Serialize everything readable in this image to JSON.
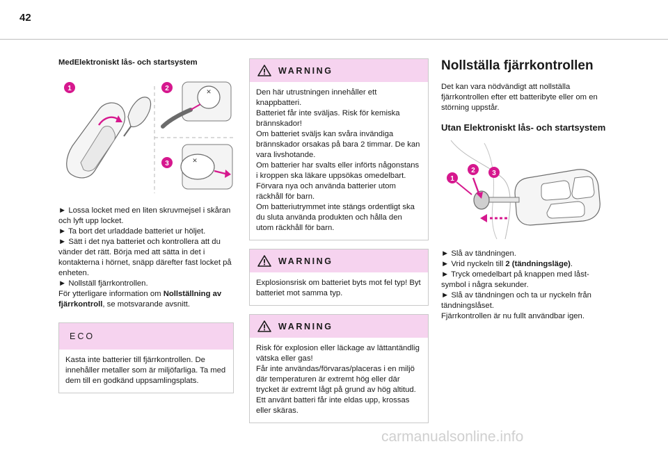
{
  "page": {
    "number": "42"
  },
  "left": {
    "heading": "MedElektroniskt lås- och startsystem",
    "figure": {
      "steps": [
        "1",
        "2",
        "3"
      ],
      "accent": "#d6188e"
    },
    "instructions": "► Lossa locket med en liten skruvmejsel i skåran och lyft upp locket.\n► Ta bort det urladdade batteriet ur höljet.\n► Sätt i det nya batteriet och kontrollera att du vänder det rätt. Börja med att sätta in det i kontakterna i hörnet, snäpp därefter fast locket på enheten.\n► Nollställ fjärrkontrollen.",
    "more_info_prefix": "För ytterligare information om ",
    "more_info_bold": "Nollställning av fjärrkontroll",
    "more_info_suffix": ", se motsvarande avsnitt.",
    "eco": {
      "title": "ECO",
      "text": "Kasta inte batterier till fjärrkontrollen. De innehåller metaller som är miljöfarliga. Ta med dem till en godkänd uppsamlingsplats."
    }
  },
  "middle": {
    "warnings": [
      {
        "title": "WARNING",
        "text": "Den här utrustningen innehåller ett knappbatteri.\nBatteriet får inte sväljas. Risk för kemiska brännskador!\nOm batteriet sväljs kan svåra invändiga brännskador orsakas på bara 2 timmar. De kan vara livshotande.\nOm batterier har svalts eller införts någonstans i kroppen ska läkare uppsökas omedelbart.\nFörvara nya och använda batterier utom räckhåll för barn.\nOm batteriutrymmet inte stängs ordentligt ska du sluta använda produkten och hålla den utom räckhåll för barn."
      },
      {
        "title": "WARNING",
        "text": "Explosionsrisk om batteriet byts mot fel typ! Byt batteriet mot samma typ."
      },
      {
        "title": "WARNING",
        "text": "Risk för explosion eller läckage av lättantändlig vätska eller gas!\nFår inte användas/förvaras/placeras i en miljö där temperaturen är extremt hög eller där trycket är extremt lågt på grund av hög altitud.\nEtt använt batteri får inte eldas upp, krossas eller skäras."
      }
    ]
  },
  "right": {
    "title": "Nollställa fjärrkontrollen",
    "intro": "Det kan vara nödvändigt att nollställa fjärrkontrollen efter ett batteribyte eller om en störning uppstår.",
    "subtitle": "Utan Elektroniskt lås- och startsystem",
    "figure": {
      "steps": [
        "1",
        "2",
        "3"
      ]
    },
    "step1": "► Slå av tändningen.",
    "step2_prefix": "► Vrid nyckeln till ",
    "step2_bold": "2 (tändningsläge)",
    "step2_suffix": ".",
    "rest": "► Tryck omedelbart på knappen med låst-symbol i några sekunder.\n► Slå av tändningen och ta ur nyckeln från tändningslåset.\nFjärrkontrollen är nu fullt användbar igen."
  },
  "watermark": "carmanualsonline.info"
}
